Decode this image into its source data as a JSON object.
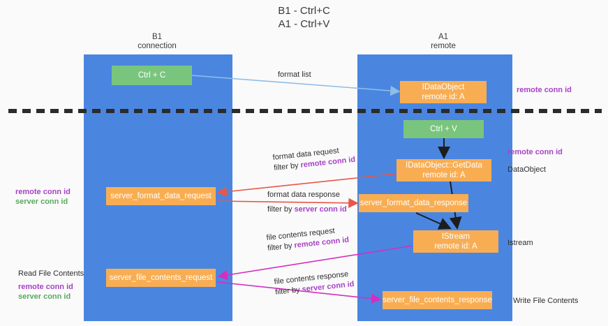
{
  "title": {
    "line1": "B1 - Ctrl+C",
    "line2": "A1 - Ctrl+V"
  },
  "lanes": {
    "b1": {
      "name": "B1",
      "role": "connection"
    },
    "a1": {
      "name": "A1",
      "role": "remote"
    }
  },
  "nodes": {
    "ctrl_c": {
      "label": "Ctrl + C",
      "color": "#7ac57e"
    },
    "idataobject": {
      "line1": "IDataObject",
      "line2": "remote id: A",
      "color": "#f9ad52"
    },
    "ctrl_v": {
      "label": "Ctrl + V",
      "color": "#7ac57e"
    },
    "getdata": {
      "line1": "IDataObject::GetData",
      "line2": "remote id: A",
      "color": "#f9ad52"
    },
    "server_format_data_request": {
      "label": "server_format_data_request",
      "color": "#f9ad52"
    },
    "server_format_data_response": {
      "label": "server_format_data_response",
      "color": "#f9ad52"
    },
    "istream": {
      "line1": "IStream",
      "line2": "remote id: A",
      "color": "#f9ad52"
    },
    "server_file_contents_request": {
      "label": "server_file_contents_request",
      "color": "#f9ad52"
    },
    "server_file_contents_response": {
      "label": "server_file_contents_response",
      "color": "#f9ad52"
    }
  },
  "edges": {
    "format_list": {
      "label": "format list"
    },
    "format_data_request": {
      "label": "format data request",
      "filter_prefix": "filter by ",
      "filter_key": "remote conn id"
    },
    "format_data_response": {
      "label": "format data response",
      "filter_prefix": "filter by ",
      "filter_key": "server conn id"
    },
    "file_contents_request": {
      "label": "file contents request",
      "filter_prefix": "filter by ",
      "filter_key": "remote conn id"
    },
    "file_contents_response": {
      "label": "file contents response",
      "filter_prefix": "filter by ",
      "filter_key": "server conn id"
    }
  },
  "annotations": {
    "remote_conn_id_top": "remote conn id",
    "remote_conn_id_mid": "remote conn id",
    "dataobject": "DataObject",
    "istream": "Istream",
    "write_file_contents": "Write File Contents",
    "read_file_contents": "Read File Contents",
    "left_mid_remote": "remote conn id",
    "left_mid_server": "server conn id",
    "left_bottom_remote": "remote conn id",
    "left_bottom_server": "server conn id"
  },
  "colors": {
    "lane": "#4a86e0",
    "green_node": "#7ac57e",
    "orange_node": "#f9ad52",
    "purple_text": "#a742c6",
    "green_text": "#5aa85f",
    "red_arrow": "#e8564a",
    "magenta_arrow": "#d42ec0",
    "blue_arrow": "#8fbce8",
    "black_arrow": "#1d1d1d",
    "divider": "#2b2b2b"
  }
}
